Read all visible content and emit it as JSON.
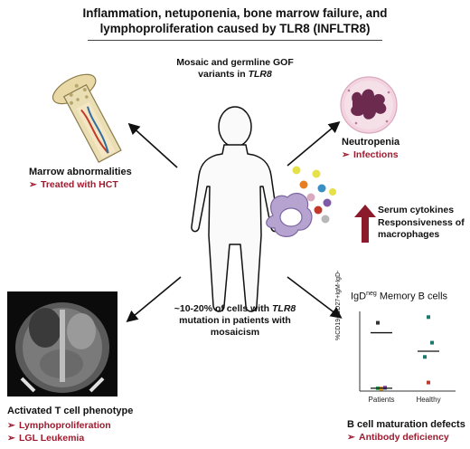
{
  "title": {
    "line1": "Inflammation, netuропenia, bone marrow failure, and",
    "line2": "lymphoproliferation caused by TLR8 (INFLTR8)"
  },
  "variants_note": {
    "line1": "Mosaic and germline GOF",
    "line2_prefix": "variants in ",
    "line2_gene": "TLR8"
  },
  "mosaic_note": {
    "line1_prefix": "~10-20% of cells with ",
    "line1_gene": "TLR8",
    "line2": "mutation in patients with",
    "line3": "mosaicism"
  },
  "marrow": {
    "label": "Marrow abnormalities",
    "bullet": "Treated with HCT"
  },
  "neutropenia": {
    "label": "Neutropenia",
    "bullet": "Infections"
  },
  "cytokines": {
    "line1": "Serum cytokines",
    "line2": "Responsiveness of",
    "line3": "macrophages"
  },
  "tcell": {
    "label": "Activated T cell phenotype",
    "bullet1": "Lymphoproliferation",
    "bullet2": "LGL Leukemia"
  },
  "bcell": {
    "label": "B cell maturation defects",
    "bullet": "Antibody deficiency"
  },
  "chart_data": {
    "type": "scatter",
    "title_prefix": "IgD",
    "title_sup": "neg",
    "title_suffix": " Memory B cells",
    "ylabel": "%CD19+CD27+IgM-IgD-",
    "categories": [
      "Patients",
      "Healthy"
    ],
    "points": [
      {
        "group": "Patients",
        "y": 0.9,
        "color": "#c0392b"
      },
      {
        "group": "Patients",
        "y": 1.1,
        "color": "#2e86c1"
      },
      {
        "group": "Patients",
        "y": 1.0,
        "color": "#27ae60"
      },
      {
        "group": "Patients",
        "y": 0.8,
        "color": "#e6a817"
      },
      {
        "group": "Patients",
        "y": 1.2,
        "color": "#7d3c98"
      },
      {
        "group": "Patients",
        "y": 24.0,
        "color": "#333333"
      },
      {
        "group": "Healthy",
        "y": 26.0,
        "color": "#1a7a6e"
      },
      {
        "group": "Healthy",
        "y": 17.0,
        "color": "#1a7a6e"
      },
      {
        "group": "Healthy",
        "y": 12.0,
        "color": "#1a7a6e"
      },
      {
        "group": "Healthy",
        "y": 3.0,
        "color": "#c0392b"
      }
    ],
    "means": [
      {
        "group": "Patients",
        "y": 1.0
      },
      {
        "group": "Patients",
        "y": 20.5
      },
      {
        "group": "Healthy",
        "y": 14.0
      }
    ],
    "ylim": [
      0,
      28
    ]
  },
  "colors": {
    "accent": "#9e1a2e",
    "up_arrow": "#8b1a2a"
  }
}
